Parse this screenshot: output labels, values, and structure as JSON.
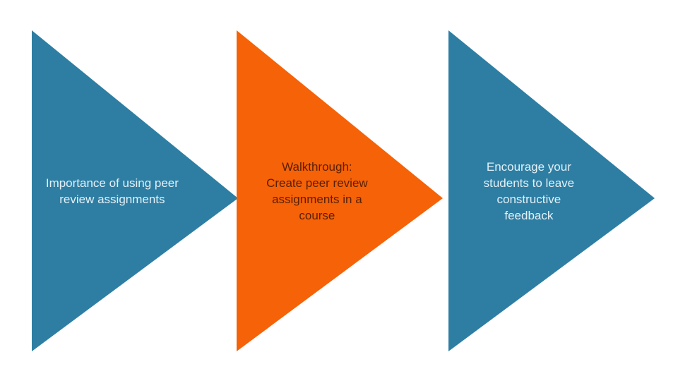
{
  "colors": {
    "teal": "#2E7EA3",
    "orange": "#F56208",
    "light_text": "#E2F0F7",
    "dark_text": "#5B2002",
    "background": "#FFFFFF"
  },
  "triangles": [
    {
      "id": "step-1",
      "fill": "#2E7EA3",
      "text_color": "#E2F0F7",
      "lines": [
        "Importance of using peer",
        "review assignments"
      ]
    },
    {
      "id": "step-2",
      "fill": "#F56208",
      "text_color": "#5B2002",
      "lines": [
        "Walkthrough:",
        "Create peer review",
        "assignments in a",
        "course"
      ]
    },
    {
      "id": "step-3",
      "fill": "#2E7EA3",
      "text_color": "#E2F0F7",
      "lines": [
        "Encourage your",
        "students to leave",
        "constructive",
        "feedback"
      ]
    }
  ]
}
